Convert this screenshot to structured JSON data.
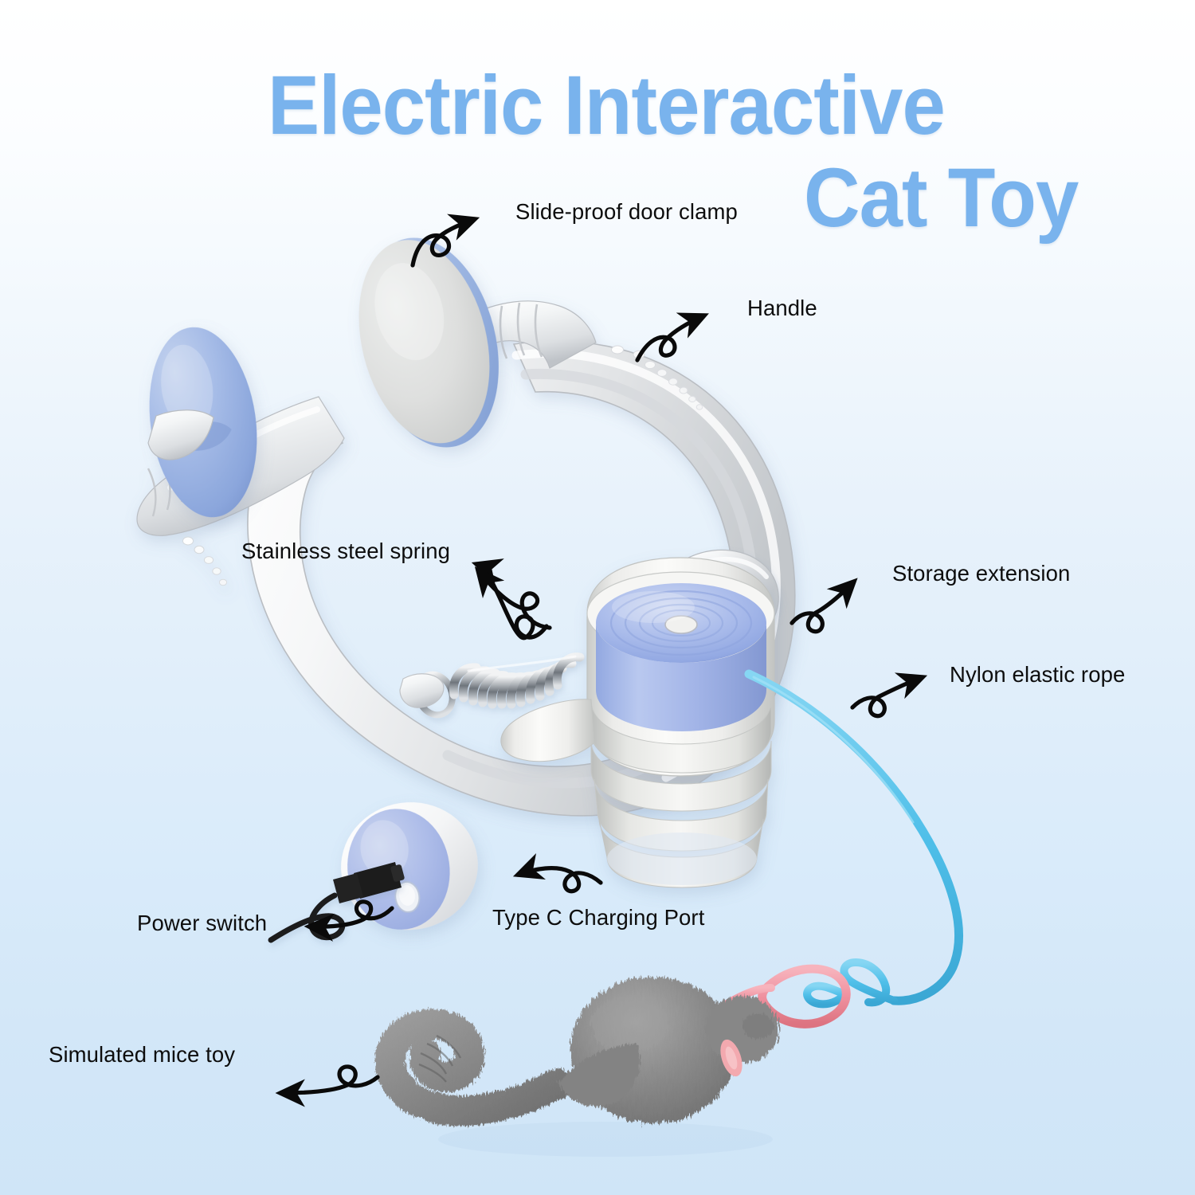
{
  "page": {
    "kind": "product-infographic",
    "product": "Electric Interactive Cat Toy",
    "background_top_color": "#ffffff",
    "background_bottom_color": "#cfe5f7"
  },
  "title": {
    "line1": "Electric Interactive",
    "line2": "Cat Toy",
    "color": "#79b3ed"
  },
  "callouts": [
    {
      "id": "slide-proof-door-clamp",
      "label": "Slide-proof door clamp"
    },
    {
      "id": "handle",
      "label": "Handle"
    },
    {
      "id": "stainless-steel-spring",
      "label": "Stainless steel spring"
    },
    {
      "id": "storage-extension",
      "label": "Storage extension"
    },
    {
      "id": "nylon-elastic-rope",
      "label": "Nylon elastic rope"
    },
    {
      "id": "type-c-charging-port",
      "label": "Type C Charging Port"
    },
    {
      "id": "power-switch",
      "label": "Power switch"
    },
    {
      "id": "simulated-mice-toy",
      "label": "Simulated mice toy"
    }
  ],
  "palette": {
    "arm_white": "#f3f4f5",
    "arm_shadow": "#c9ccd0",
    "pad_blue": "#97b3e0",
    "pad_face": "#dcdedd",
    "spool_blue": "#9fb9e8",
    "body_white": "#f0f0ee",
    "rope_blue": "#5cc2ec",
    "rope_pink": "#f0919f",
    "mouse_gray": "#8d8d8d",
    "mouse_ear_pink": "#f2a8ae",
    "spring_steel": "#9aa0a6",
    "arrow_black": "#0a0a0a",
    "cable_black": "#1b1b1b"
  }
}
